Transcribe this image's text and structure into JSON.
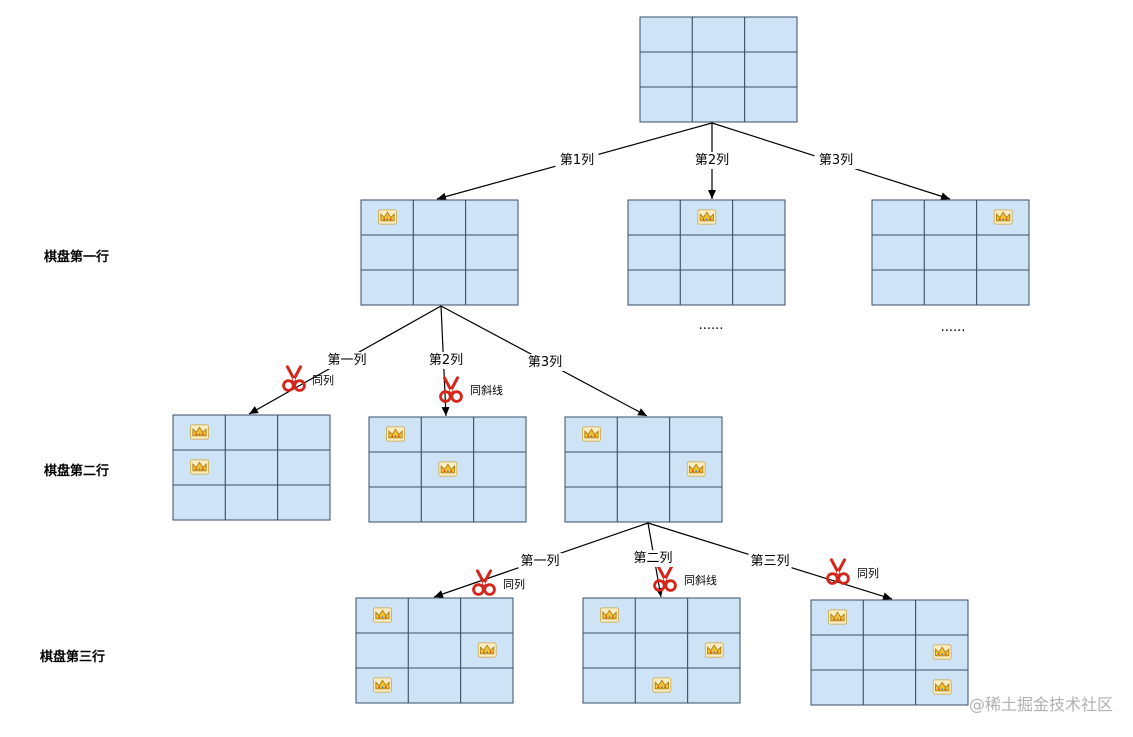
{
  "row_labels": [
    "棋盘第一行",
    "棋盘第二行",
    "棋盘第三行"
  ],
  "level1_edges": [
    "第1列",
    "第2列",
    "第3列"
  ],
  "level2_edges": [
    "第一列",
    "第2列",
    "第3列"
  ],
  "level3_edges": [
    "第一列",
    "第二列",
    "第三列"
  ],
  "pruned_notes": {
    "l2_col1": "同列",
    "l2_col2": "同斜线",
    "l3_col1": "同列",
    "l3_col2": "同斜线",
    "l3_col3": "同列"
  },
  "ellipsis": "......",
  "watermark": "@稀土掘金技术社区",
  "icons": {
    "queen": "crown-icon",
    "prune": "scissors-icon"
  },
  "colors": {
    "cell_fill": "#cfe3f7",
    "cell_stroke": "#3a4e66",
    "edge": "#000000",
    "scissors": "#d6251a",
    "crown": "#f2c233"
  },
  "boards": {
    "root": {
      "queens": []
    },
    "r1c1": {
      "queens": [
        [
          0,
          0
        ]
      ]
    },
    "r1c2": {
      "queens": [
        [
          0,
          1
        ]
      ]
    },
    "r1c3": {
      "queens": [
        [
          0,
          2
        ]
      ]
    },
    "r2c1": {
      "queens": [
        [
          0,
          0
        ],
        [
          1,
          0
        ]
      ]
    },
    "r2c2": {
      "queens": [
        [
          0,
          0
        ],
        [
          1,
          1
        ]
      ]
    },
    "r2c3": {
      "queens": [
        [
          0,
          0
        ],
        [
          1,
          2
        ]
      ]
    },
    "r3c1": {
      "queens": [
        [
          0,
          0
        ],
        [
          1,
          2
        ],
        [
          2,
          0
        ]
      ]
    },
    "r3c2": {
      "queens": [
        [
          0,
          0
        ],
        [
          1,
          2
        ],
        [
          2,
          1
        ]
      ]
    },
    "r3c3": {
      "queens": [
        [
          0,
          0
        ],
        [
          1,
          2
        ],
        [
          2,
          2
        ]
      ]
    }
  }
}
